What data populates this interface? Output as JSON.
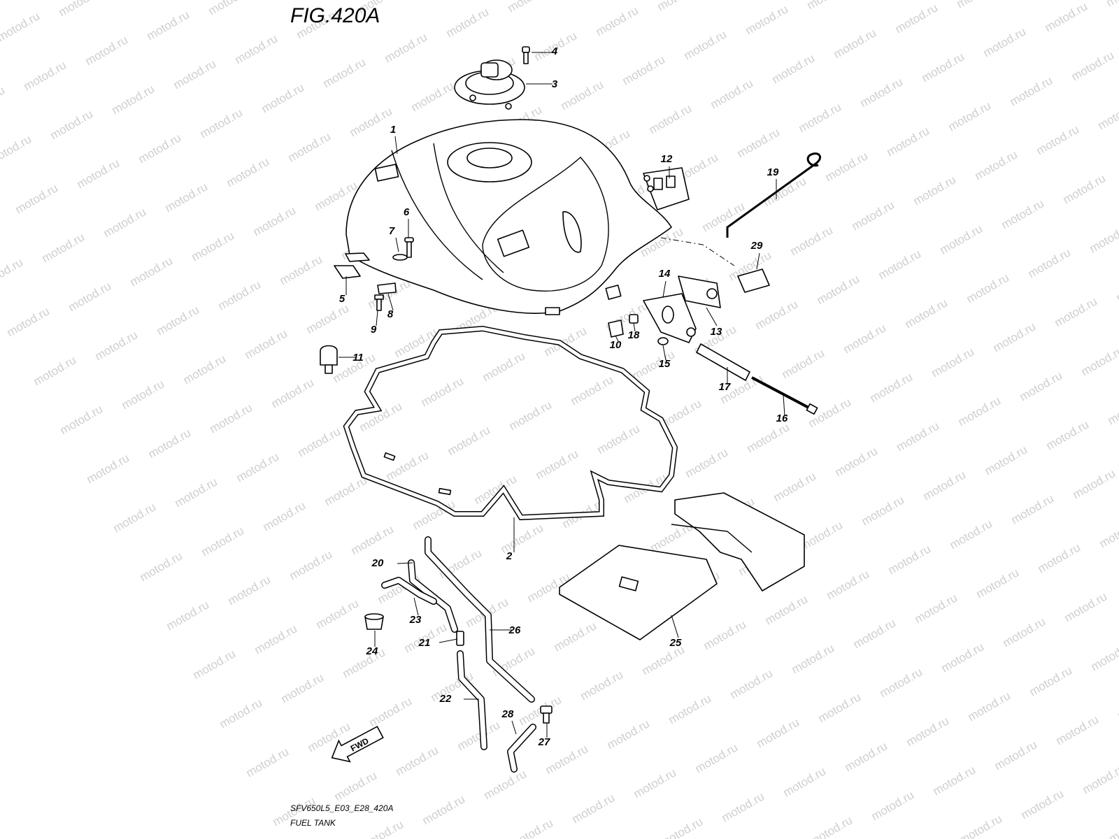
{
  "figure_title": "FIG.420A",
  "footer": {
    "code": "SFV650L5_E03_E28_420A",
    "name": "FUEL TANK"
  },
  "watermark": "motod.ru",
  "fwd_label": "FWD",
  "callouts": [
    "1",
    "2",
    "3",
    "4",
    "5",
    "6",
    "7",
    "8",
    "9",
    "10",
    "11",
    "12",
    "13",
    "14",
    "15",
    "16",
    "17",
    "18",
    "19",
    "20",
    "21",
    "22",
    "23",
    "24",
    "25",
    "26",
    "27",
    "28",
    "29"
  ]
}
